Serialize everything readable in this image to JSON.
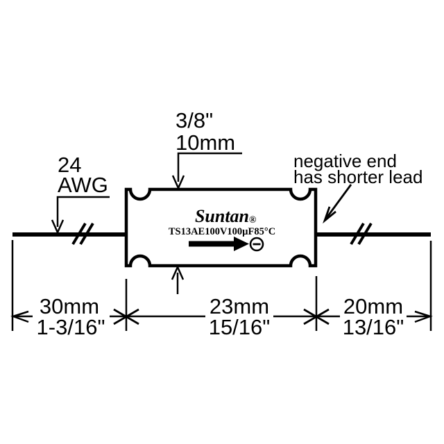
{
  "figure": {
    "background": "#ffffff",
    "ink": "#000000",
    "top_dimension": {
      "inches": "3/8\"",
      "mm": "10mm"
    },
    "wire_label": {
      "line1": "24",
      "line2": "AWG"
    },
    "note": {
      "line1": "negative end",
      "line2": "has shorter lead"
    },
    "body": {
      "brand": "Suntan",
      "registered_mark": "®",
      "part_marking": "TS13AE100V100µF85°C",
      "polarity_symbol": "minus-in-circle"
    },
    "bottom_dimensions": {
      "left": {
        "mm": "30mm",
        "inches": "1-3/16\""
      },
      "middle": {
        "mm": "23mm",
        "inches": "15/16\""
      },
      "right": {
        "mm": "20mm",
        "inches": "13/16\""
      }
    }
  }
}
